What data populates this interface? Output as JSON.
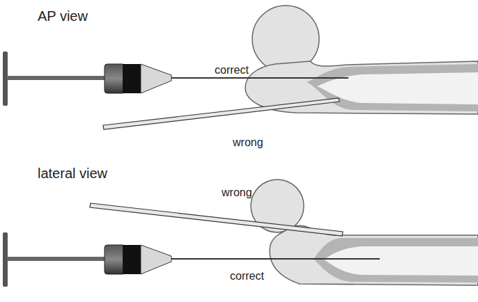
{
  "diagram": {
    "labels": [
      "AP view",
      "correct",
      "wrong",
      "lateral view",
      "wrong",
      "correct"
    ]
  }
}
